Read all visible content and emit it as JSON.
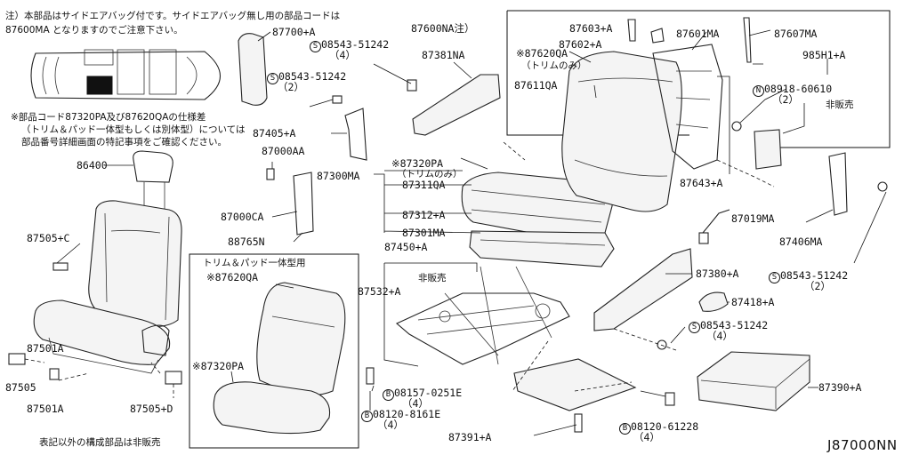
{
  "notes": {
    "top_note_line1": "注）本部品はサイドエアバッグ付です。サイドエアバッグ無し用の部品コードは",
    "top_note_line2": "87600MA となりますのでご注意下さい。",
    "mid_note_line1": "※部品コード87320PA及び87620QAの仕様差",
    "mid_note_line2": "（トリム＆パッド一体型もしくは別体型）については",
    "mid_note_line3": "部品番号詳細画面の特記事項をご確認ください。",
    "inset_title": "トリム＆パッド一体型用",
    "bottom_note": "表記以外の構成部品は非販売",
    "not_sold_1": "非販売",
    "not_sold_2": "非販売"
  },
  "labels": {
    "p87700A": "87700+A",
    "s08543_51242_a": "08543-51242",
    "qty4_a": "（4）",
    "s08543_51242_b": "08543-51242",
    "qty2_b": "（2）",
    "p87381NA": "87381NA",
    "p87600NA": "87600NA注）",
    "p87603A": "87603+A",
    "p87601MA": "87601MA",
    "p87607MA": "87607MA",
    "p87602A": "87602+A",
    "p87620QA_top": "※87620QA",
    "trim_only_top": "（トリムのみ）",
    "p87611QA": "87611QA",
    "p985H1A": "985H1+A",
    "n08918_60610": "08918-60610",
    "qty2_n": "（2）",
    "not_sold_right": "非販売",
    "p87405A": "87405+A",
    "p87000AA": "87000AA",
    "p86400": "86400",
    "p87300MA": "87300MA",
    "p87320PA_top": "※87320PA",
    "trim_only_mid": "（トリムのみ）",
    "p87311QA": "87311QA",
    "p87643A": "87643+A",
    "p87000CA": "87000CA",
    "p87312A": "87312+A",
    "p87019MA": "87019MA",
    "p88765N": "88765N",
    "p87301MA": "87301MA",
    "p87406MA": "87406MA",
    "p87505C": "87505+C",
    "p87450A": "87450+A",
    "p87380A": "87380+A",
    "s08543_51242_c": "08543-51242",
    "qty2_c": "（2）",
    "p87620QA_inset": "※87620QA",
    "p87532A": "87532+A",
    "p87418A": "87418+A",
    "s08543_51242_d": "08543-51242",
    "qty4_d": "（4）",
    "p87501A_left": "87501A",
    "p87320PA_inset": "※87320PA",
    "p87390A": "87390+A",
    "p87505": "87505",
    "b08157_0251E": "08157-0251E",
    "qty4_e": "（4）",
    "b08120_8161E": "08120-8161E",
    "qty4_f": "（4）",
    "p87501A": "87501A",
    "p87505D": "87505+D",
    "b08120_61228": "08120-61228",
    "qty4_g": "（4）",
    "p87391A": "87391+A",
    "sym_s": "S",
    "sym_n": "N",
    "sym_b": "B"
  },
  "diagram_ref": "J87000NN"
}
